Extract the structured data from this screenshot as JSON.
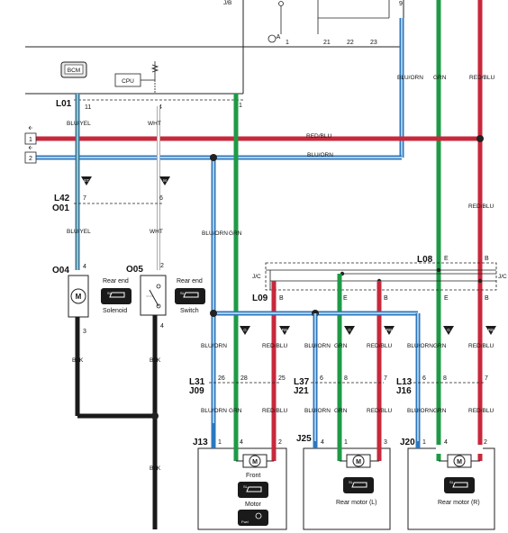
{
  "connectors": {
    "l01": "L01",
    "l42": "L42",
    "o01": "O01",
    "o04": "O04",
    "o05": "O05",
    "l08": "L08",
    "l09": "L09",
    "l31": "L31",
    "j09": "J09",
    "l37": "L37",
    "j21": "J21",
    "l13": "L13",
    "j16": "J16",
    "j13": "J13",
    "j25": "J25",
    "j20": "J20"
  },
  "top_unit": {
    "connector_label": "J/B",
    "pins": [
      "1",
      "21",
      "22",
      "23"
    ],
    "pin_9": "9",
    "ground_symbol": "A"
  },
  "bcm": {
    "label": "BCM",
    "cpu_label": "CPU"
  },
  "left_markers": [
    "1",
    "2"
  ],
  "wire_colors": {
    "blu_orn": "BLU/ORN",
    "grn": "GRN",
    "red_blu": "RED/BLU",
    "blu_yel": "BLU/YEL",
    "wht": "WHT",
    "blk": "BLK"
  },
  "pins": {
    "l01_11": "11",
    "l01_4": "4",
    "l01_1": "1",
    "l42_7": "7",
    "l42_6": "6",
    "o04_4": "4",
    "o04_3": "3",
    "o05_2": "2",
    "o05_4": "4",
    "l08_e": "E",
    "l08_b": "B",
    "l09_b": "B",
    "l09_e": "E",
    "l09_b2": "B",
    "l09_e2": "E",
    "l09_b3": "B",
    "l31_26": "26",
    "l31_28": "28",
    "l31_25": "25",
    "l37_6": "6",
    "l37_8": "8",
    "l37_7": "7",
    "l13_6": "6",
    "l13_8": "8",
    "l13_7": "7",
    "j13_1": "1",
    "j13_4": "4",
    "j13_2": "2",
    "j25_4": "4",
    "j25_1": "1",
    "j25_3": "3",
    "j20_1": "1",
    "j20_4": "4",
    "j20_2": "2"
  },
  "jc_label": "J/C",
  "badges": {
    "bt": "BT",
    "m": "M",
    "g": "G",
    "rb": "RB"
  },
  "components": {
    "solenoid": {
      "line1": "Rear end",
      "line2": "Solenoid"
    },
    "switch": {
      "line1": "Rear end",
      "line2": "Switch"
    },
    "front_motor": {
      "line1": "Front",
      "line2": "Motor",
      "icon_text": "SL",
      "icon_text2": "Fwd"
    },
    "rear_motor_l": {
      "label": "Rear motor (L)",
      "icon_text": "SL"
    },
    "rear_motor_r": {
      "label": "Rear motor (R)",
      "icon_text": "SL"
    },
    "motor_symbol": "M"
  }
}
